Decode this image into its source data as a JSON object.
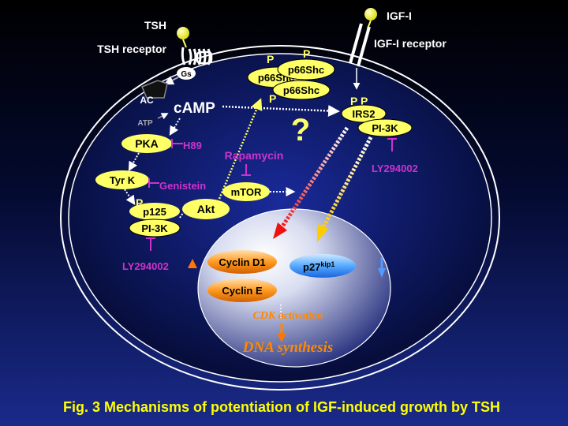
{
  "ligands": {
    "tsh": "TSH",
    "igf1": "IGF-I"
  },
  "receptors": {
    "tsh_receptor": "TSH receptor",
    "igf1_receptor": "IGF-I receptor"
  },
  "gs": "Gs",
  "ac": "AC",
  "atp": "ATP",
  "camp": "cAMP",
  "pka": "PKA",
  "h89": "H89",
  "tyrk": "Tyr K",
  "genistein": "Genistein",
  "p125": "p125",
  "pi3k": "PI-3K",
  "ly294002": "LY294002",
  "akt": "Akt",
  "mtor": "mTOR",
  "rapamycin": "Rapamycin",
  "p66shc": "p66Shc",
  "phospho": "P",
  "phospho_pair": "P P",
  "irs2": "IRS2",
  "question": "?",
  "nucleus": {
    "cyclin_d1": "Cyclin D1",
    "cyclin_e": "Cyclin E",
    "p27": "p27",
    "p27_sup": "kip1",
    "cdk_activation": "CDK activation",
    "dna_synthesis": "DNA synthesis"
  },
  "caption": "Fig. 3 Mechanisms of potentiation of IGF-induced growth by TSH",
  "colors": {
    "background_top": "#000000",
    "background_bottom": "#1a2a8a",
    "node_fill": "#ffff66",
    "inhibitor": "#cc33cc",
    "cyclin": "#ff8800",
    "p27": "#3399ff",
    "caption": "#ffff00"
  }
}
